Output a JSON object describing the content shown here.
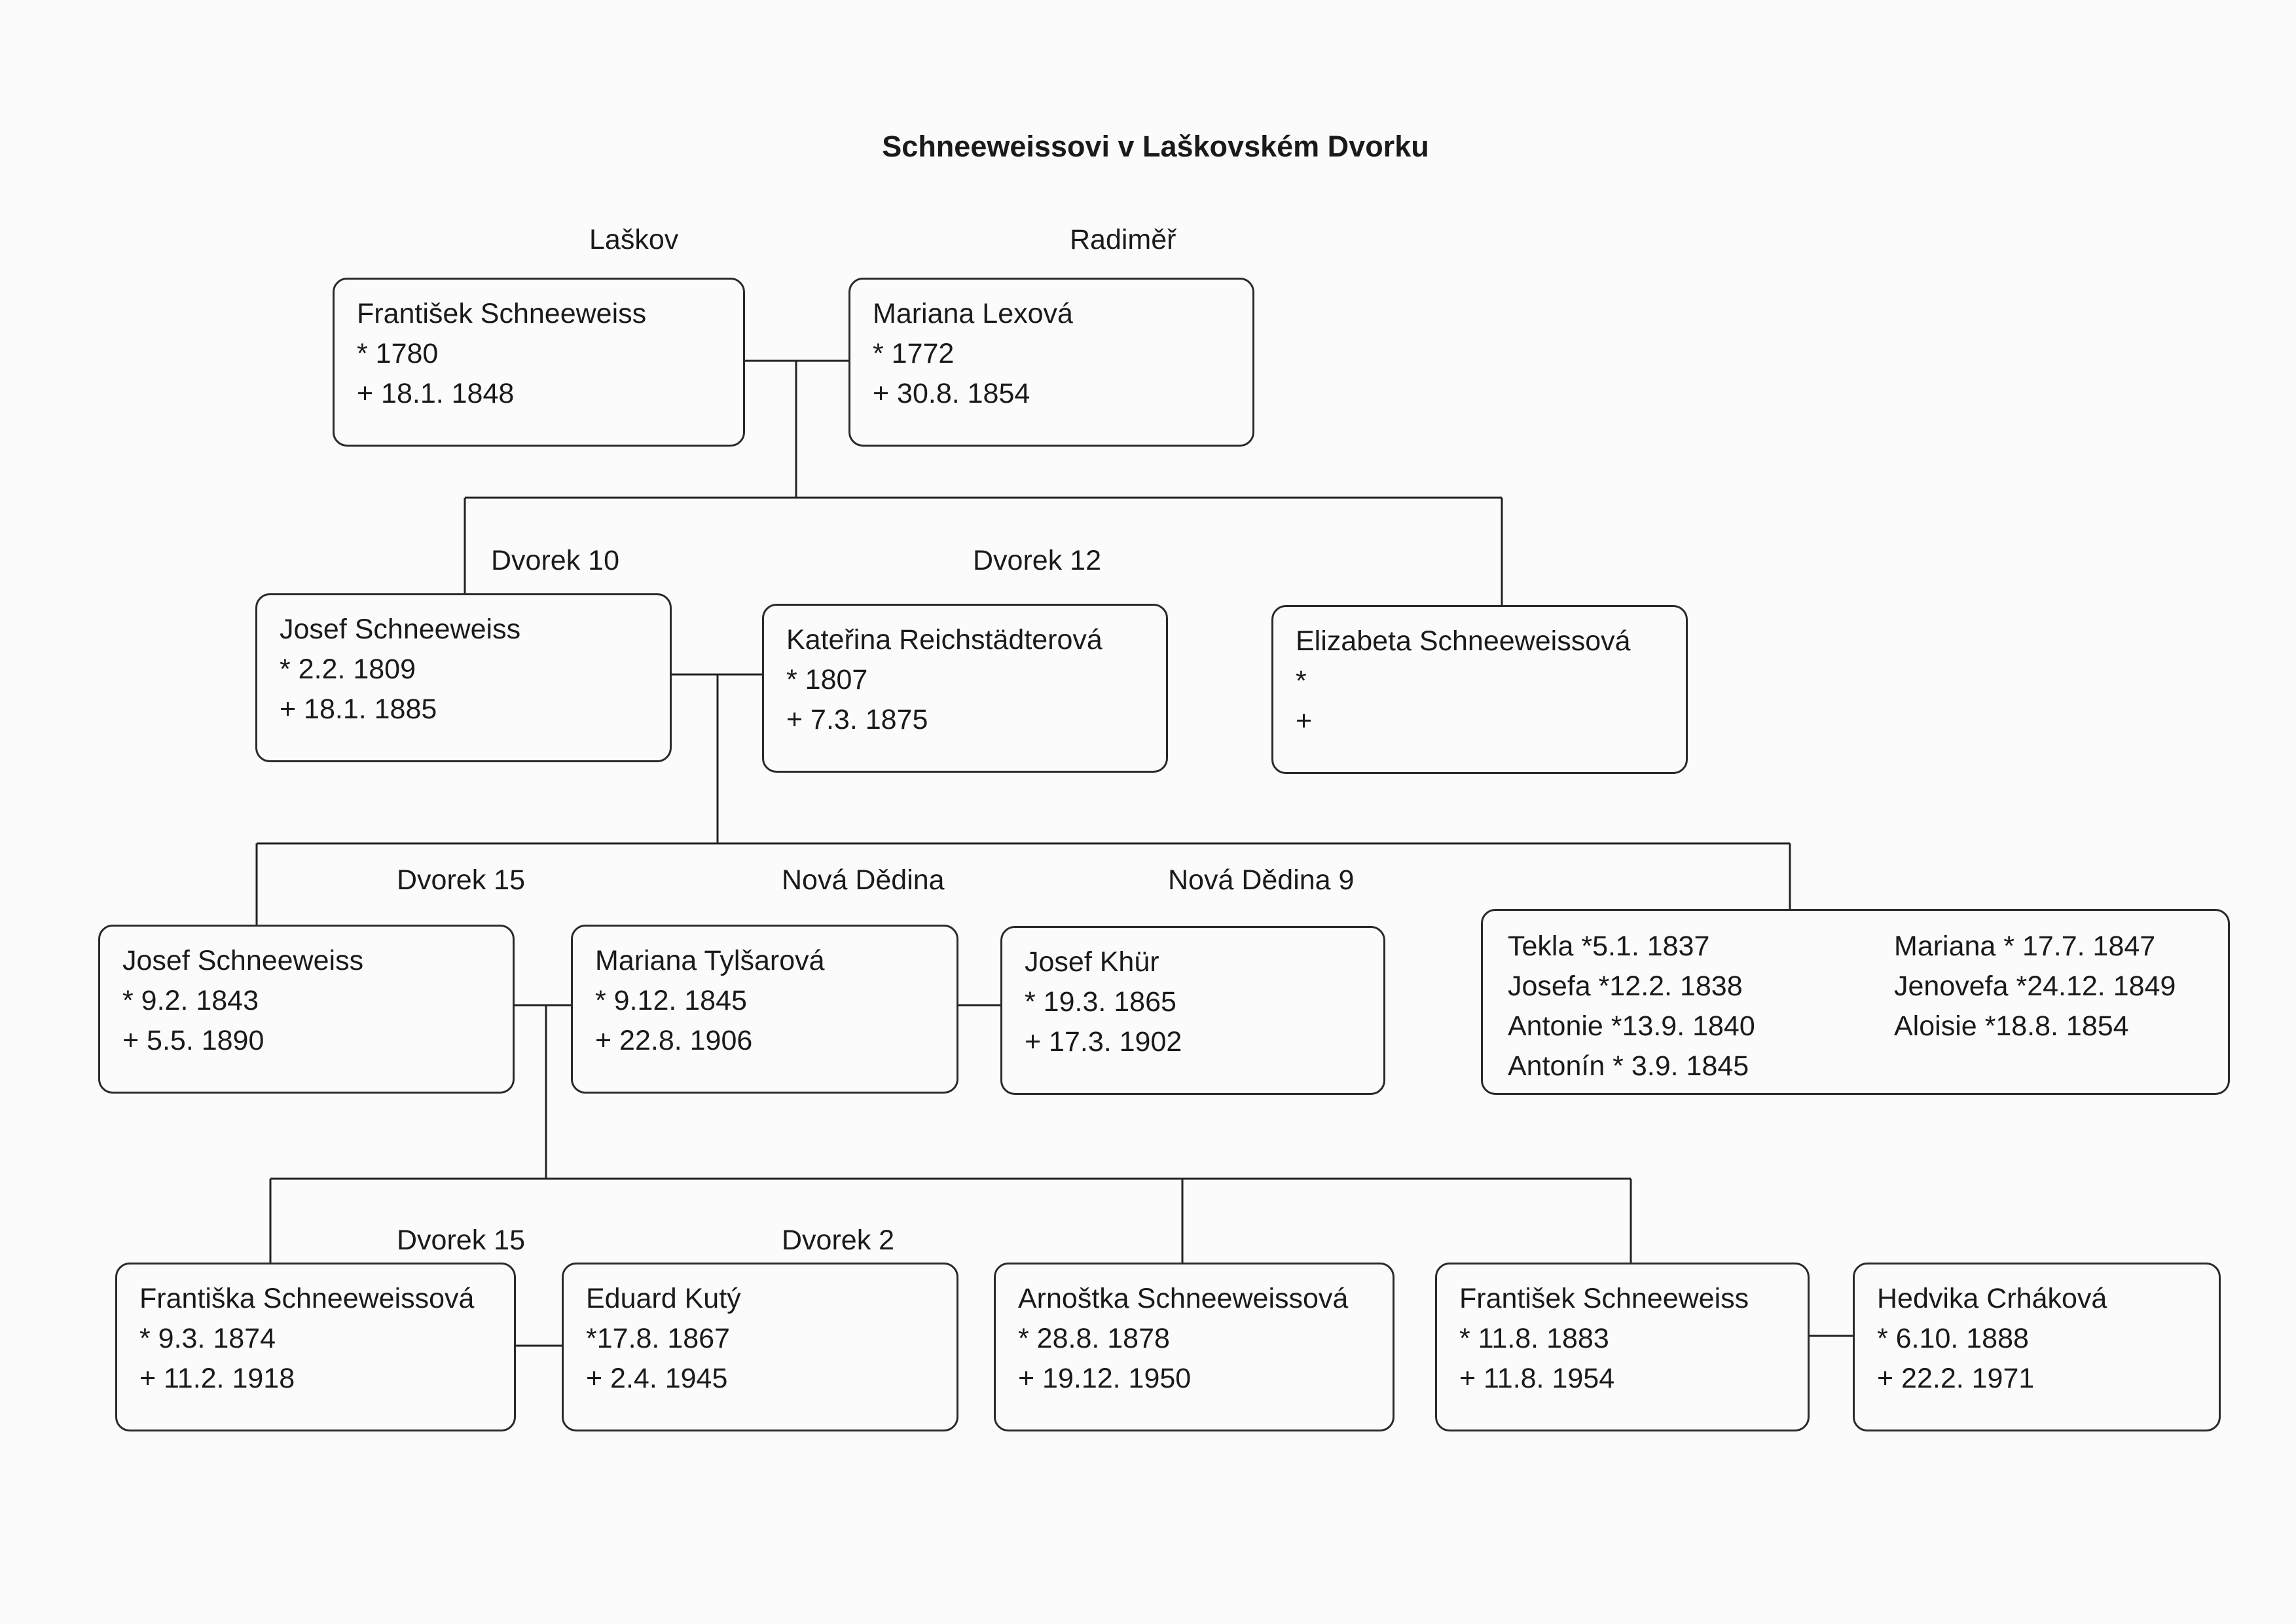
{
  "title": "Schneeweissovi v Laškovském Dvorku",
  "places": {
    "laskov": "Laškov",
    "radimer": "Radiměř",
    "dvorek_10": "Dvorek 10",
    "dvorek_12": "Dvorek 12",
    "dvorek_15_a": "Dvorek 15",
    "nova_dedina": "Nová Dědina",
    "nova_dedina_9": "Nová Dědina 9",
    "dvorek_15_b": "Dvorek 15",
    "dvorek_2": "Dvorek 2"
  },
  "persons": {
    "frantisek_1780": {
      "name": "František Schneeweiss",
      "born": "* 1780",
      "died": "+ 18.1. 1848"
    },
    "mariana_lexova": {
      "name": "Mariana Lexová",
      "born": "* 1772",
      "died": "+ 30.8. 1854"
    },
    "josef_1809": {
      "name": "Josef Schneeweiss",
      "born": "* 2.2. 1809",
      "died": "+ 18.1. 1885"
    },
    "katerina": {
      "name": "Kateřina Reichstädterová",
      "born": "* 1807",
      "died": "+ 7.3. 1875"
    },
    "elizabeta": {
      "name": "Elizabeta Schneeweissová",
      "born": "*",
      "died": "+"
    },
    "josef_1843": {
      "name": "Josef Schneeweiss",
      "born": "* 9.2. 1843",
      "died": "+ 5.5. 1890"
    },
    "mariana_tylsarova": {
      "name": "Mariana Tylšarová",
      "born": "* 9.12. 1845",
      "died": "+ 22.8. 1906"
    },
    "josef_khur": {
      "name": "Josef Khür",
      "born": "* 19.3. 1865",
      "died": "+ 17.3. 1902"
    },
    "frantiska": {
      "name": "Františka Schneeweissová",
      "born": "* 9.3. 1874",
      "died": "+ 11.2. 1918"
    },
    "eduard": {
      "name": "Eduard Kutý",
      "born": "*17.8. 1867",
      "died": "+ 2.4. 1945"
    },
    "arnostka": {
      "name": "Arnoštka Schneeweissová",
      "born": "* 28.8. 1878",
      "died": "+ 19.12. 1950"
    },
    "frantisek_1883": {
      "name": "František Schneeweiss",
      "born": "* 11.8. 1883",
      "died": "+ 11.8. 1954"
    },
    "hedvika": {
      "name": "Hedvika Crháková",
      "born": "* 6.10. 1888",
      "died": "+ 22.2. 1971"
    }
  },
  "siblings": {
    "left": [
      "Tekla *5.1. 1837",
      "Josefa *12.2. 1838",
      "Antonie *13.9. 1840",
      "Antonín * 3.9. 1845"
    ],
    "right": [
      "Mariana * 17.7. 1847",
      "Jenovefa *24.12. 1849",
      "Aloisie  *18.8. 1854"
    ]
  }
}
